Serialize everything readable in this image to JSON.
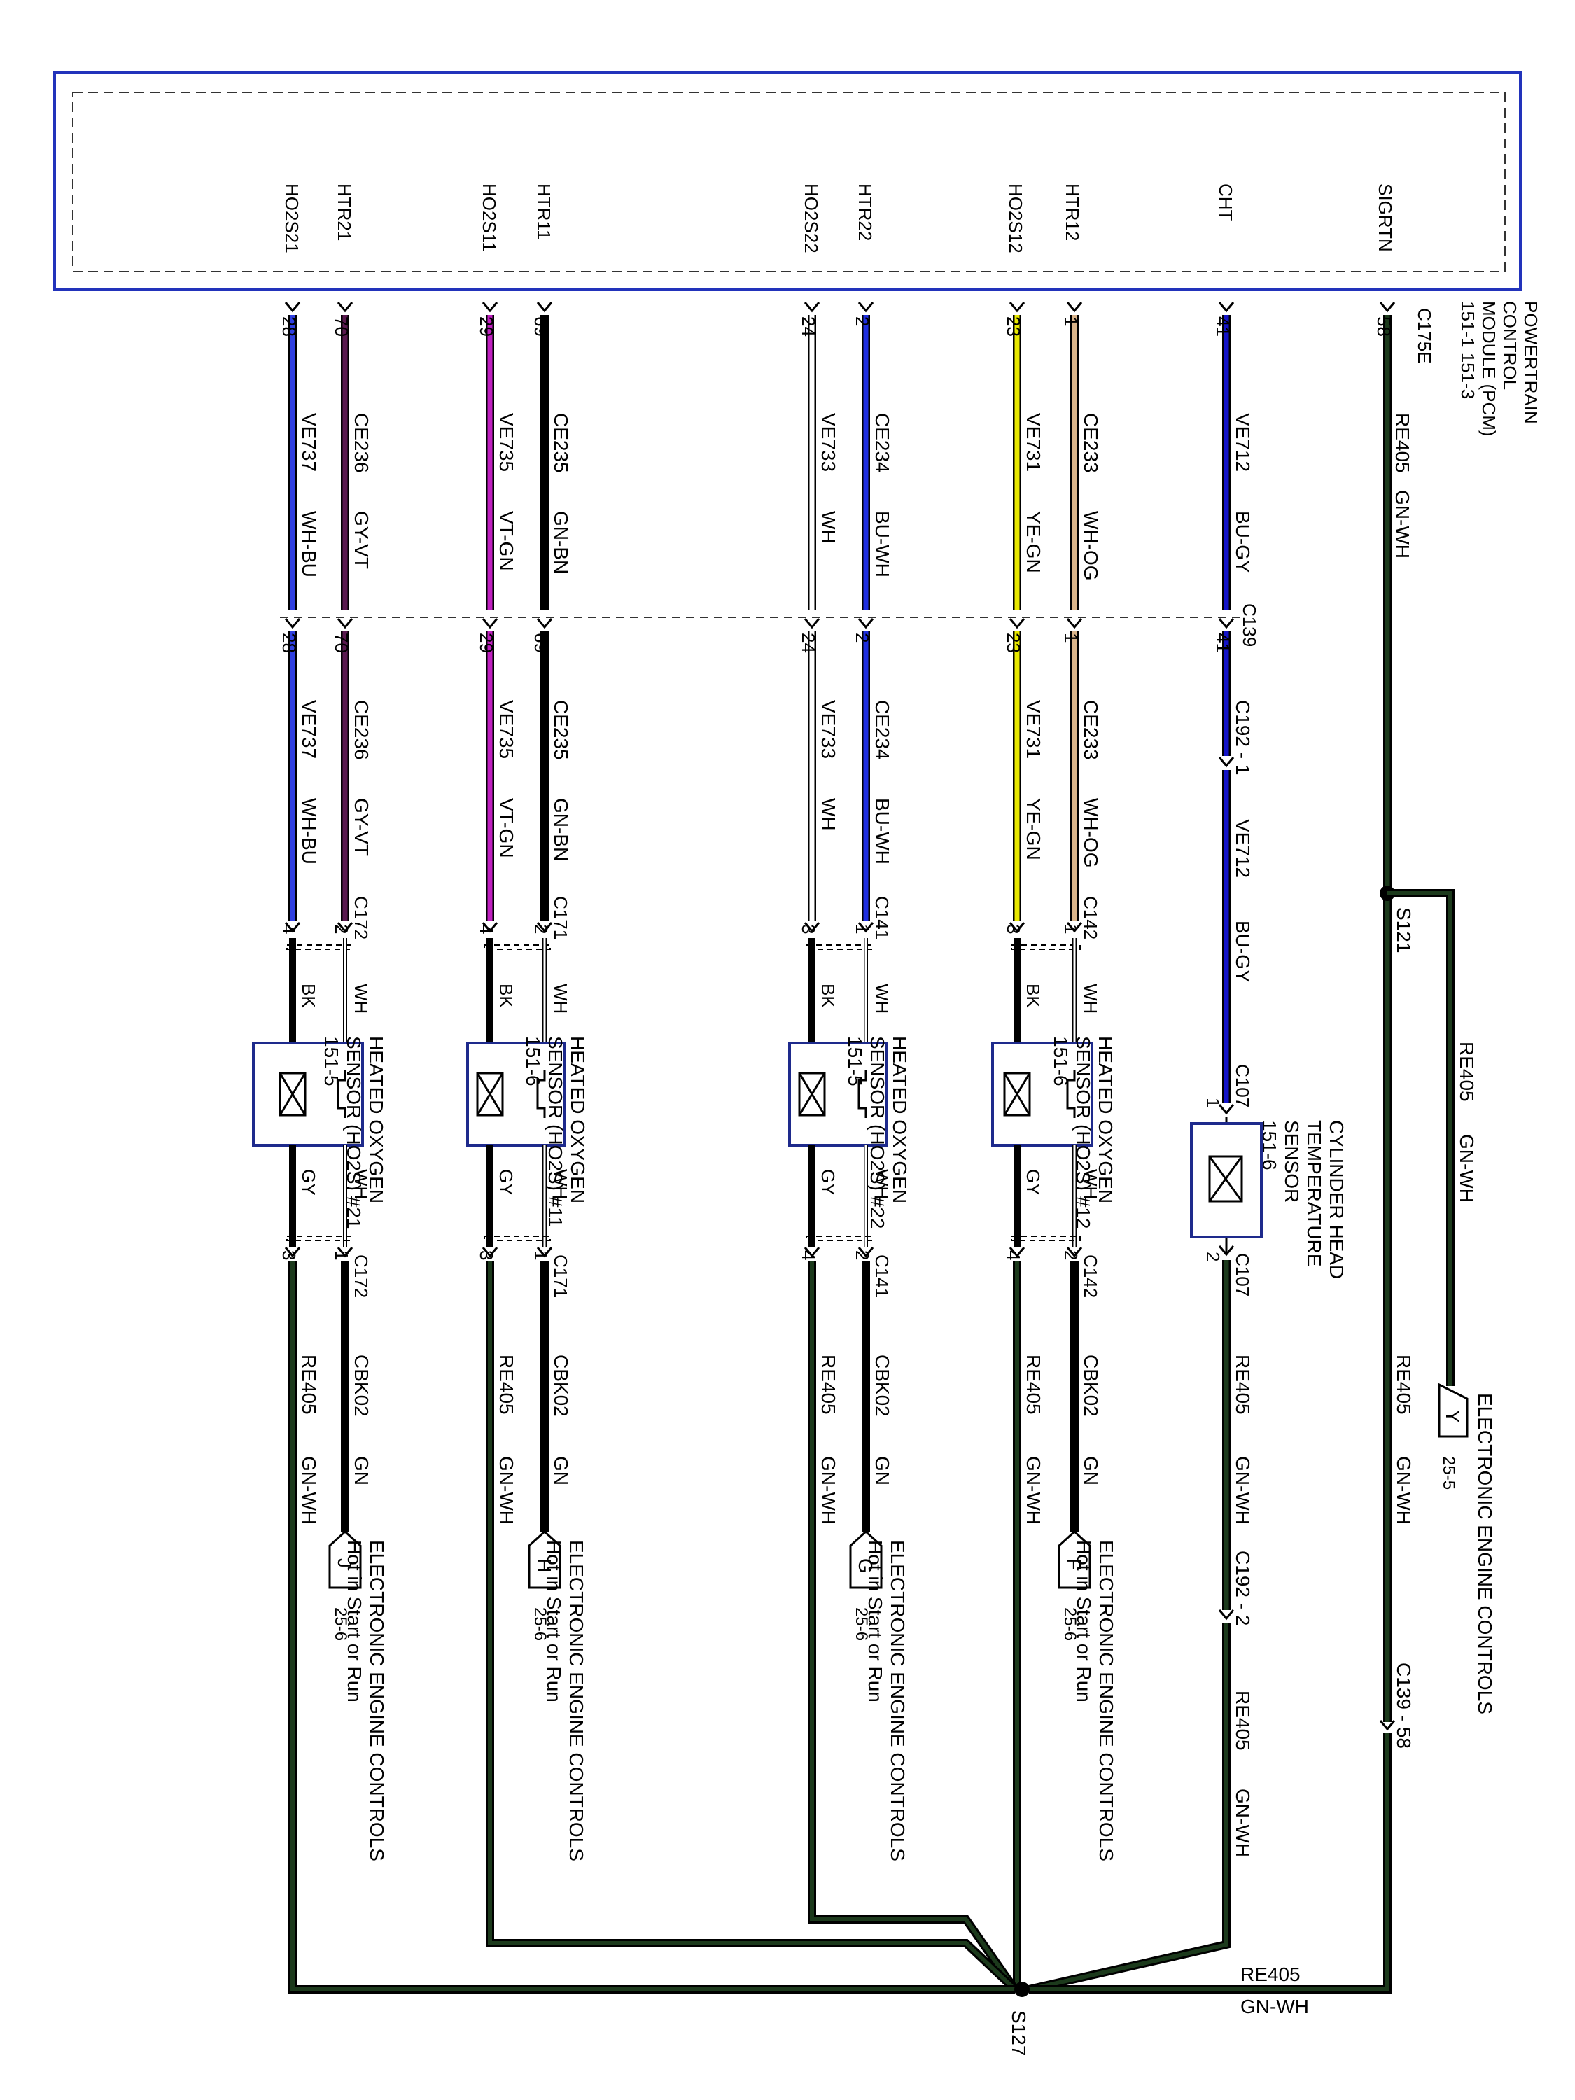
{
  "pcm": {
    "lines": [
      "POWERTRAIN",
      "CONTROL",
      "MODULE (PCM)",
      "151-1  151-3"
    ],
    "connector": "C175E",
    "pins": [
      "SIGRTN",
      "CHT",
      "HTR12",
      "HO2S12",
      "HTR22",
      "HO2S22",
      "HTR11",
      "HO2S11",
      "HTR21",
      "HO2S21"
    ]
  },
  "colors": {
    "GN-WH": "#1c3a1c",
    "BU-GY": "#1414c8",
    "WH-OG": "#d9b48a",
    "YE-GN": "#e8e800",
    "BU-WH": "#1e2ee0",
    "WH": "#ffffff",
    "GN-BN": "#000000",
    "VT-GN": "#c020c0",
    "GY-VT": "#5a1a50",
    "WH-BU": "#3040e0",
    "BK": "#000000",
    "GY": "#111111",
    "box_border": "#1e2a8c",
    "pcm_border": "#2233bb"
  },
  "upper_wires": [
    {
      "pin": "58",
      "circuit": "RE405",
      "color": "GN-WH"
    },
    {
      "pin": "41",
      "circuit": "VE712",
      "color": "BU-GY"
    },
    {
      "pin": "1",
      "circuit": "CE233",
      "color": "WH-OG"
    },
    {
      "pin": "23",
      "circuit": "VE731",
      "color": "YE-GN"
    },
    {
      "pin": "2",
      "circuit": "CE234",
      "color": "BU-WH"
    },
    {
      "pin": "24",
      "circuit": "VE733",
      "color": "WH"
    },
    {
      "pin": "69",
      "circuit": "CE235",
      "color": "GN-BN"
    },
    {
      "pin": "29",
      "circuit": "VE735",
      "color": "VT-GN"
    },
    {
      "pin": "70",
      "circuit": "CE236",
      "color": "GY-VT"
    },
    {
      "pin": "28",
      "circuit": "VE737",
      "color": "WH-BU"
    }
  ],
  "c139": "C139",
  "c192_1": "C192 - 1",
  "c192_2": "C192 - 2",
  "c139_58": "C139 - 58",
  "s121": "S121",
  "s127": "S127",
  "c107": "C107",
  "c107_pin_a": "1",
  "c107_pin_b": "2",
  "cht_sensor": {
    "lines": [
      "CYLINDER HEAD",
      "TEMPERATURE",
      "SENSOR",
      "151-6"
    ]
  },
  "s121_branch": {
    "circuit": "RE405",
    "color": "GN-WH"
  },
  "sensors": [
    {
      "connector": "C142",
      "pin_top_a": "1",
      "pin_top_b": "3",
      "pin_bot_a": "2",
      "pin_bot_b": "4",
      "top_a_color": "WH",
      "top_b_color": "BK",
      "bot_a_color": "WH",
      "bot_b_color": "GY",
      "lines": [
        "HEATED OXYGEN",
        "SENSOR (HO2S) #12",
        "151-6"
      ],
      "ground_circuit": "CBK02",
      "ground_color": "GN",
      "return_circuit": "RE405",
      "return_color": "GN-WH",
      "feed_letter": "F",
      "feed_ref": "25-6",
      "feed_lines": [
        "ELECTRONIC ENGINE CONTROLS",
        "Hot in Start or Run"
      ]
    },
    {
      "connector": "C141",
      "pin_top_a": "1",
      "pin_top_b": "3",
      "pin_bot_a": "2",
      "pin_bot_b": "4",
      "top_a_color": "WH",
      "top_b_color": "BK",
      "bot_a_color": "WH",
      "bot_b_color": "GY",
      "lines": [
        "HEATED OXYGEN",
        "SENSOR (HO2S) #22",
        "151-5"
      ],
      "ground_circuit": "CBK02",
      "ground_color": "GN",
      "return_circuit": "RE405",
      "return_color": "GN-WH",
      "feed_letter": "G",
      "feed_ref": "25-6",
      "feed_lines": [
        "ELECTRONIC ENGINE CONTROLS",
        "Hot in Start or Run"
      ]
    },
    {
      "connector": "C171",
      "pin_top_a": "2",
      "pin_top_b": "4",
      "pin_bot_a": "1",
      "pin_bot_b": "3",
      "top_a_color": "WH",
      "top_b_color": "BK",
      "bot_a_color": "WH",
      "bot_b_color": "GY",
      "lines": [
        "HEATED OXYGEN",
        "SENSOR (HO2S) #11",
        "151-6"
      ],
      "ground_circuit": "CBK02",
      "ground_color": "GN",
      "return_circuit": "RE405",
      "return_color": "GN-WH",
      "feed_letter": "H",
      "feed_ref": "25-6",
      "feed_lines": [
        "ELECTRONIC ENGINE CONTROLS",
        "Hot in Start or Run"
      ]
    },
    {
      "connector": "C172",
      "pin_top_a": "2",
      "pin_top_b": "4",
      "pin_bot_a": "1",
      "pin_bot_b": "3",
      "top_a_color": "WH",
      "top_b_color": "BK",
      "bot_a_color": "WH",
      "bot_b_color": "GY",
      "lines": [
        "HEATED OXYGEN",
        "SENSOR (HO2S) #21",
        "151-5"
      ],
      "ground_circuit": "CBK02",
      "ground_color": "GN",
      "return_circuit": "RE405",
      "return_color": "GN-WH",
      "feed_letter": "J",
      "feed_ref": "25-6",
      "feed_lines": [
        "ELECTRONIC ENGINE CONTROLS",
        "Hot in Start or Run"
      ]
    }
  ],
  "cht_return": {
    "circuit": "RE405",
    "color": "GN-WH"
  },
  "sigrtn_lower": {
    "circuit": "RE405",
    "color": "GN-WH"
  },
  "right_block": {
    "letter": "Y",
    "ref": "25-5",
    "label": "ELECTRONIC ENGINE CONTROLS"
  },
  "bottom_label": {
    "circuit": "RE405",
    "color": "GN-WH"
  }
}
